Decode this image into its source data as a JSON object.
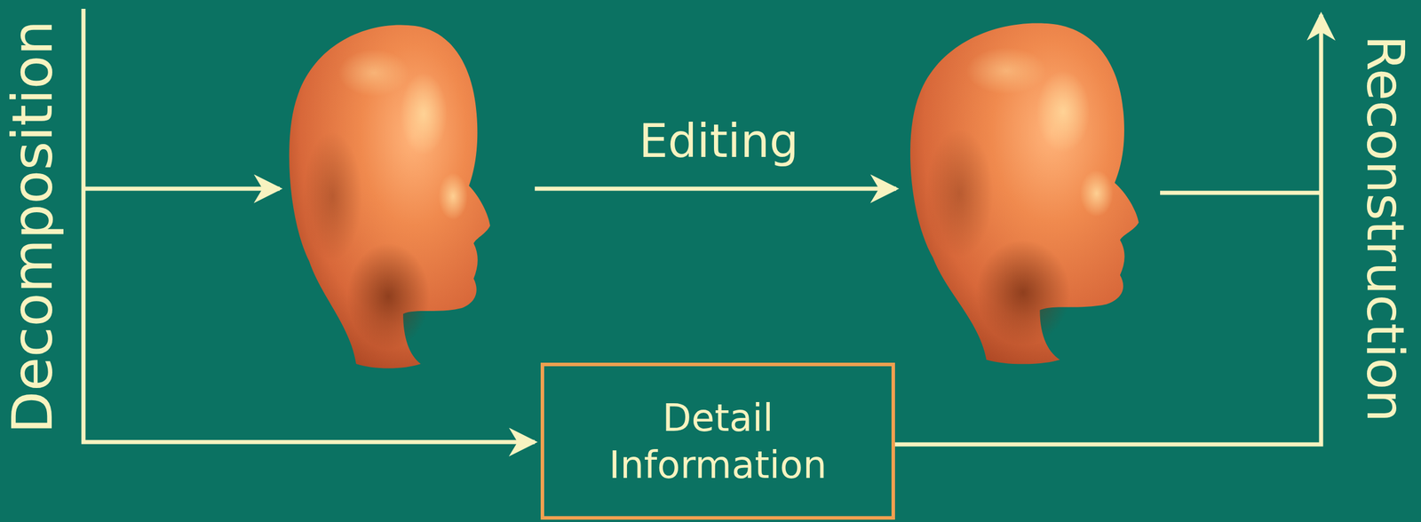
{
  "diagram": {
    "nodes": [
      {
        "text": [
          "Detail Information"
        ]
      }
    ],
    "labels": [
      "Decomposition",
      "Editing",
      "Reconstruction"
    ]
  }
}
